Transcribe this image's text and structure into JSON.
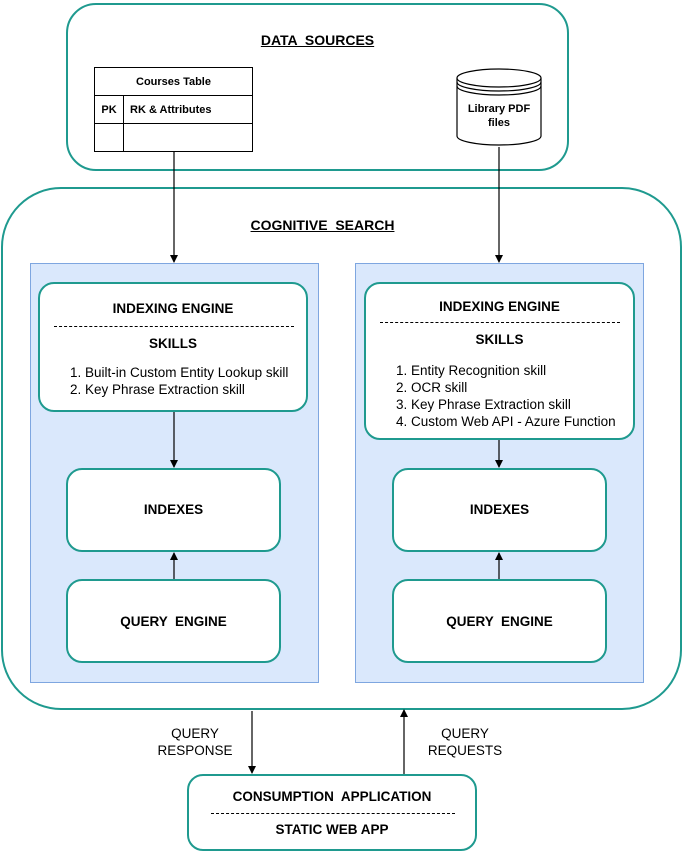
{
  "data_sources": {
    "title": "DATA  SOURCES",
    "courses_table": {
      "header": "Courses Table",
      "col_pk": "PK",
      "col_attrs": "RK & Attributes"
    },
    "library": {
      "line1": "Library PDF",
      "line2": "files"
    }
  },
  "cognitive_search": {
    "title": "COGNITIVE  SEARCH",
    "left": {
      "indexing_engine": "INDEXING ENGINE",
      "skills_title": "SKILLS",
      "skills": [
        "1.  Built-in Custom Entity Lookup skill",
        "2.  Key Phrase Extraction skill"
      ],
      "indexes": "INDEXES",
      "query_engine": "QUERY  ENGINE"
    },
    "right": {
      "indexing_engine": "INDEXING ENGINE",
      "skills_title": "SKILLS",
      "skills": [
        "1.  Entity Recognition skill",
        "2.  OCR skill",
        "3.  Key Phrase Extraction skill",
        "4.  Custom Web API - Azure Function"
      ],
      "indexes": "INDEXES",
      "query_engine": "QUERY  ENGINE"
    }
  },
  "flows": {
    "query_response_1": "QUERY",
    "query_response_2": "RESPONSE",
    "query_requests_1": "QUERY",
    "query_requests_2": "REQUESTS"
  },
  "consumption": {
    "title": "CONSUMPTION  APPLICATION",
    "subtitle": "STATIC WEB APP"
  },
  "colors": {
    "teal_border": "#1f9a8f",
    "panel_fill": "#dae8fc",
    "panel_border": "#7ea6e0"
  }
}
